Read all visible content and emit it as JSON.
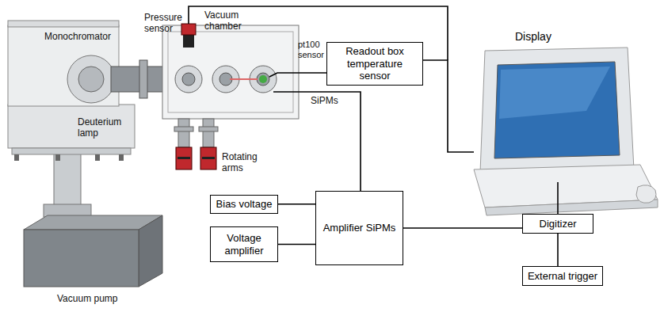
{
  "diagram": {
    "nodes": [
      {
        "text": [
          "Readout box temperature sensor"
        ]
      },
      {
        "text": [
          "Display"
        ]
      },
      {
        "text": [
          "Bias voltage"
        ]
      },
      {
        "text": [
          "Voltage amplifier"
        ]
      },
      {
        "text": [
          "Amplifier SiPMs"
        ]
      },
      {
        "text": [
          "Digitizer"
        ]
      },
      {
        "text": [
          "External trigger"
        ]
      }
    ],
    "edges": [
      {
        "from": 0,
        "to": 1,
        "arrow": "none"
      },
      {
        "from": 2,
        "to": 4,
        "arrow": "none"
      },
      {
        "from": 3,
        "to": 4,
        "arrow": "none"
      },
      {
        "from": 4,
        "to": 5,
        "arrow": "none"
      },
      {
        "from": 5,
        "to": 1,
        "arrow": "none"
      },
      {
        "from": 5,
        "to": 6,
        "arrow": "none"
      }
    ],
    "labels": [
      "Pressure sensor",
      "Vacuum chamber",
      "Monochromator",
      "pt100 sensor",
      "SiPMs",
      "Deuterium lamp",
      "Rotating arms",
      "Vacuum pump"
    ]
  }
}
